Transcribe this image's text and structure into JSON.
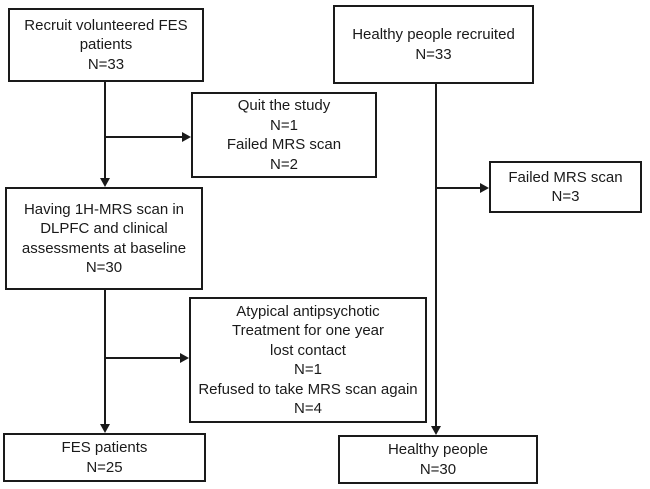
{
  "figure": {
    "background_color": "#ffffff",
    "line_color": "#1a1a1a",
    "text_color": "#1a1a1a",
    "boxes": {
      "recruit_fes": {
        "text": "Recruit volunteered FES\npatients\nN=33"
      },
      "healthy_recruited": {
        "text": "Healthy people recruited\nN=33"
      },
      "quit_study": {
        "text": "Quit the study\nN=1\nFailed MRS scan\nN=2"
      },
      "failed_mrs": {
        "text": "Failed MRS scan\nN=3"
      },
      "baseline_scan": {
        "text": "Having 1H-MRS scan in\nDLPFC and clinical\nassessments at baseline\nN=30"
      },
      "atypical_dropout": {
        "text": "Atypical antipsychotic\nTreatment for one year\nlost contact\nN=1\nRefused to take MRS scan again\nN=4"
      },
      "fes_patients": {
        "text": "FES patients\nN=25"
      },
      "healthy_people": {
        "text": "Healthy people\nN=30"
      }
    }
  }
}
